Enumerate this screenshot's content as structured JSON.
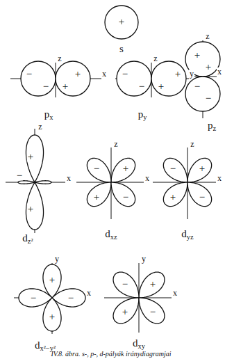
{
  "diagram": {
    "caption": "IV.8. ábra. s-, p-, d-pályák iránydiagramjai",
    "labels": [
      "+",
      "s",
      "z",
      "x",
      "−",
      "+",
      "−",
      "+",
      "z",
      "y",
      "−",
      "+",
      "−",
      "+",
      "z",
      "x",
      "+",
      "+",
      "−",
      "−",
      "px",
      "py",
      "pz",
      "z",
      "x",
      "+",
      "−",
      "+",
      "dz²",
      "z",
      "x",
      "−",
      "+",
      "+",
      "−",
      "dxz",
      "z",
      "x",
      "−",
      "+",
      "+",
      "−",
      "dyz",
      "y",
      "x",
      "+",
      "−",
      "−",
      "+",
      "dx²−y²",
      "y",
      "x",
      "−",
      "+",
      "+",
      "−",
      "dxy"
    ]
  }
}
